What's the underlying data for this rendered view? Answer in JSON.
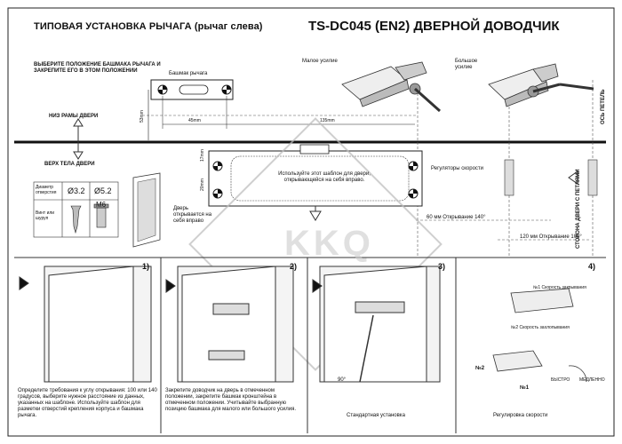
{
  "header": {
    "left_title": "ТИПОВАЯ УСТАНОВКА РЫЧАГА (рычаг слева)",
    "right_title": "TS-DC045 (EN2) ДВЕРНОЙ ДОВОДЧИК"
  },
  "top_section": {
    "shoe_instruction": "ВЫБЕРИТЕ ПОЛОЖЕНИЕ БАШМАКА РЫЧАГА И ЗАКРЕПИТЕ ЕГО В ЭТОМ ПОЛОЖЕНИИ",
    "shoe_label": "Башмак рычага",
    "small_force": "Малое усилие",
    "large_force": "Большое усилие",
    "hinge_axis": "ОСЬ ПЕТЕЛЬ",
    "door_frame_bottom": "НИЗ РАМЫ ДВЕРИ",
    "door_body_top": "ВЕРХ ТЕЛА ДВЕРИ",
    "dim_53": "53mm",
    "dim_45": "45mm",
    "dim_135": "135mm",
    "dim_17": "17mm",
    "dim_20": "20mm",
    "template_note": "Используйте этот шаблон для двери, открывающейся на себя вправо.",
    "speed_regulators": "Регуляторы скорости",
    "opening_140": "60 мм   Открывание 140°",
    "opening_100": "120 мм   Открывание 100°",
    "door_hinge_side": "СТОРОНА ДВЕРИ С ПЕТЛЯМИ",
    "door_opens_note": "Дверь открывается на себя вправо",
    "table": {
      "hole_diameter": "Диаметр отверстия",
      "d1": "Ø3.2",
      "d2": "Ø5.2",
      "screw_label": "Винт или шуруп",
      "m6": "M6"
    }
  },
  "watermark": "KKQ",
  "panels": [
    {
      "num": "1)",
      "text": "Определите требования к углу открывания: 100 или 140 градусов, выберите нужное расстояние из данных, указанных на шаблоне. Используйте шаблон для разметки отверстий крепления корпуса и башмака рычага."
    },
    {
      "num": "2)",
      "text": "Закрепите доводчик на дверь в отмеченном положении, закрепите башмак кронштейна в отмеченном положении. Учитывайте выбранную позицию башмака для малого или большого усилия."
    },
    {
      "num": "3)",
      "text": "Стандартная установка",
      "angle": "90°"
    },
    {
      "num": "4)",
      "text": "Регулировка скорости",
      "speed1": "№1 Скорость закрывания",
      "speed2": "№2 Скорость захлопывания",
      "n2": "№2",
      "n1": "№1",
      "fast": "БЫСТРО",
      "slow": "МЕДЛЕННО"
    }
  ]
}
